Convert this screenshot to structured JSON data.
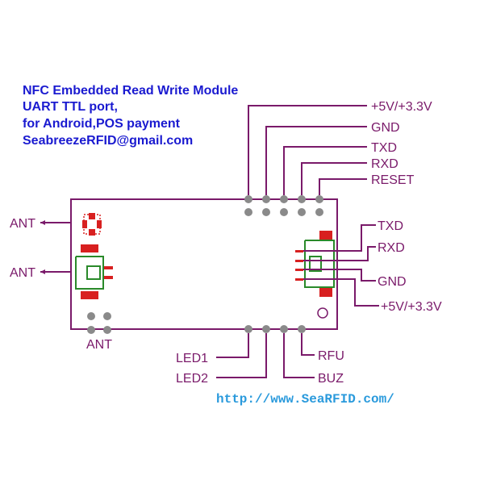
{
  "title": {
    "line1": "NFC Embedded Read Write Module",
    "line2": "UART TTL port,",
    "line3": "for Android,POS payment",
    "line4": "SeabreezeRFID@gmail.com"
  },
  "top_pins": [
    "+5V/+3.3V",
    "GND",
    "TXD",
    "RXD",
    "RESET"
  ],
  "right_pins": [
    "TXD",
    "RXD",
    "GND",
    "+5V/+3.3V"
  ],
  "bottom_pins": {
    "led1": "LED1",
    "led2": "LED2",
    "rfu": "RFU",
    "buz": "BUZ"
  },
  "ant_labels": {
    "left_top": "ANT",
    "left_middle": "ANT",
    "bottom": "ANT"
  },
  "url": "http://www.SeaRFID.com/",
  "colors": {
    "title": "#1a1ad0",
    "wire": "#7a1a6a",
    "component_red": "#d82020",
    "silkscreen_green": "#2a8a2a",
    "pad_gray": "#8a8a8a",
    "url": "#2a9adc"
  }
}
